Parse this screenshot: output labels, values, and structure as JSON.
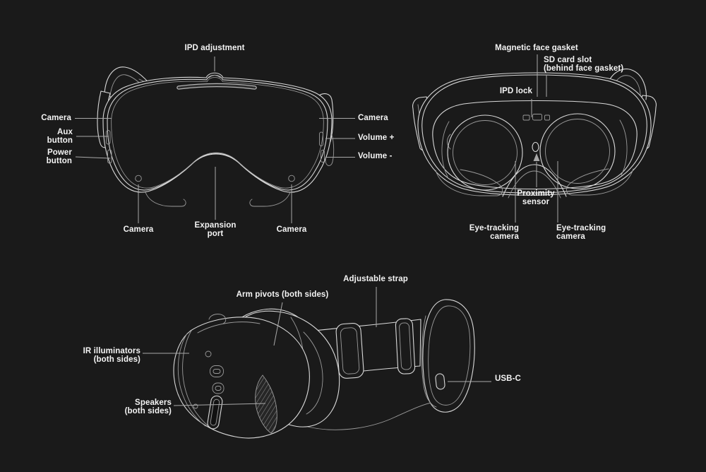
{
  "colors": {
    "background": "#1a1a1a",
    "artwork_line": "#d9d9d9",
    "artwork_line_dim": "#9a9a9a",
    "leader_line": "#a8a8a8",
    "label_text": "#f4f4f4"
  },
  "front_view": {
    "labels": {
      "ipd_adjustment": "IPD adjustment",
      "camera_left": "Camera",
      "aux_button": "Aux\nbutton",
      "power_button": "Power\nbutton",
      "camera_bottom_left": "Camera",
      "expansion_port": "Expansion\nport",
      "camera_bottom_right": "Camera",
      "camera_right": "Camera",
      "volume_up": "Volume +",
      "volume_down": "Volume -"
    }
  },
  "rear_view": {
    "labels": {
      "magnetic_face_gasket": "Magnetic face gasket",
      "sd_card_slot": "SD card slot\n(behind face gasket)",
      "ipd_lock": "IPD lock",
      "proximity_sensor": "Proximity\nsensor",
      "eye_tracking_camera_left": "Eye-tracking\ncamera",
      "eye_tracking_camera_right": "Eye-tracking\ncamera"
    }
  },
  "side_view": {
    "labels": {
      "adjustable_strap": "Adjustable strap",
      "arm_pivots": "Arm pivots (both sides)",
      "ir_illuminators": "IR illuminators\n(both sides)",
      "speakers": "Speakers\n(both sides)",
      "usb_c": "USB-C"
    }
  }
}
